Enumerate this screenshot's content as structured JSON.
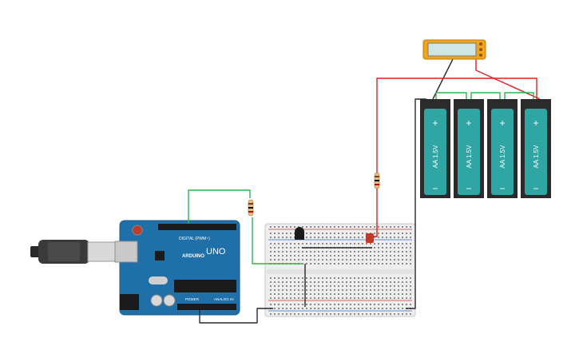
{
  "arduino": {
    "logo_text": "ARDUINO",
    "model_text": "UNO",
    "digital_header_label": "DIGITAL (PWM~)",
    "power_label": "POWER",
    "analog_label": "ANALOG IN",
    "board_color": "#1f6fa8"
  },
  "batteries": [
    {
      "label": "AA 1.5V",
      "plus": "+",
      "minus": "−"
    },
    {
      "label": "AA 1.5V",
      "plus": "+",
      "minus": "−"
    },
    {
      "label": "AA 1.5V",
      "plus": "+",
      "minus": "−"
    },
    {
      "label": "AA 1.5V",
      "plus": "+",
      "minus": "−"
    }
  ],
  "multimeter": {
    "display_value": ""
  },
  "colors": {
    "battery_body": "#2fa6a3",
    "battery_frame": "#2b2b2b",
    "wire_red": "#e02020",
    "wire_black": "#2a2a2a",
    "wire_green": "#2db34a",
    "breadboard": "#eeeeee",
    "multimeter": "#f2a516",
    "led": "#c0392b"
  }
}
